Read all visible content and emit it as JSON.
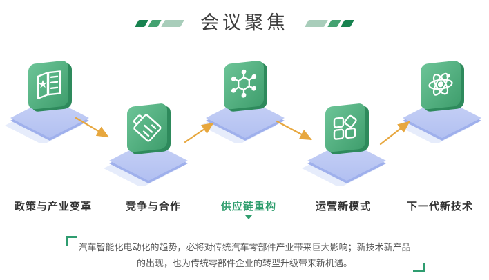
{
  "header": {
    "title": "会议聚焦"
  },
  "steps": [
    {
      "label": "政策与产业变革",
      "icon": "policy-book-icon",
      "highlighted": false
    },
    {
      "label": "竞争与合作",
      "icon": "report-document-icon",
      "highlighted": false
    },
    {
      "label": "供应链重构",
      "icon": "network-hub-icon",
      "highlighted": true
    },
    {
      "label": "运营新模式",
      "icon": "modules-grid-icon",
      "highlighted": false
    },
    {
      "label": "下一代新技术",
      "icon": "atom-icon",
      "highlighted": false
    }
  ],
  "quote": {
    "text": "汽车智能化电动化的趋势，必将对传统汽车零部件产业带来巨大影响；新技术新产品的出现，也为传统零部件企业的转型升级带来新机遇。"
  },
  "colors": {
    "tile_green": "#46a577",
    "tile_green_dark": "#2e8a5c",
    "platform_blue": "#bcc8f3",
    "arrow_orange": "#e7a73e",
    "highlight_green": "#2e9d6d",
    "slash_dark": "#17824f",
    "slash_mid": "#44a271",
    "slash_light": "#a8cdba",
    "title_text": "#3e3e3e",
    "label_text": "#333333",
    "quote_text": "#565656"
  }
}
